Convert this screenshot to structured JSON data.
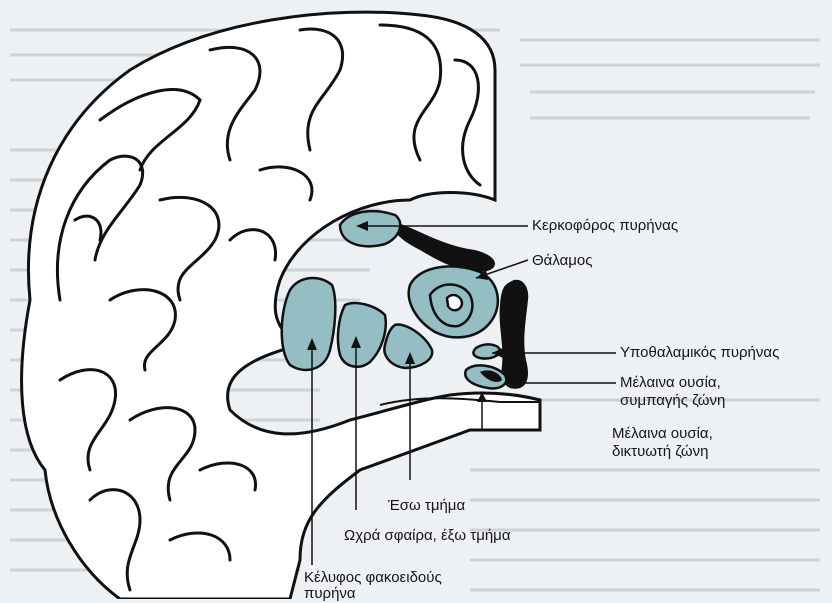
{
  "labels": {
    "caudate": "Κερκοφόρος πυρήνας",
    "thalamus": "Θάλαμος",
    "subthalamic": "Υποθαλαμικός πυρήνας",
    "sn_compacta_1": "Μέλαινα ουσία,",
    "sn_compacta_2": "συμπαγής ζώνη",
    "sn_reticulata_1": "Μέλαινα ουσία,",
    "sn_reticulata_2": "δικτυωτή ζώνη",
    "gp_internal": "Έσω τμήμα",
    "gp_external": "Ωχρά σφαίρα, έξω τμήμα",
    "putamen_1": "Κέλυφος φακοειδούς",
    "putamen_2": "πυρήνα"
  },
  "colors": {
    "nucleus_fill": "#94bdc4",
    "outline": "#111111",
    "page": "#eef1f4"
  }
}
